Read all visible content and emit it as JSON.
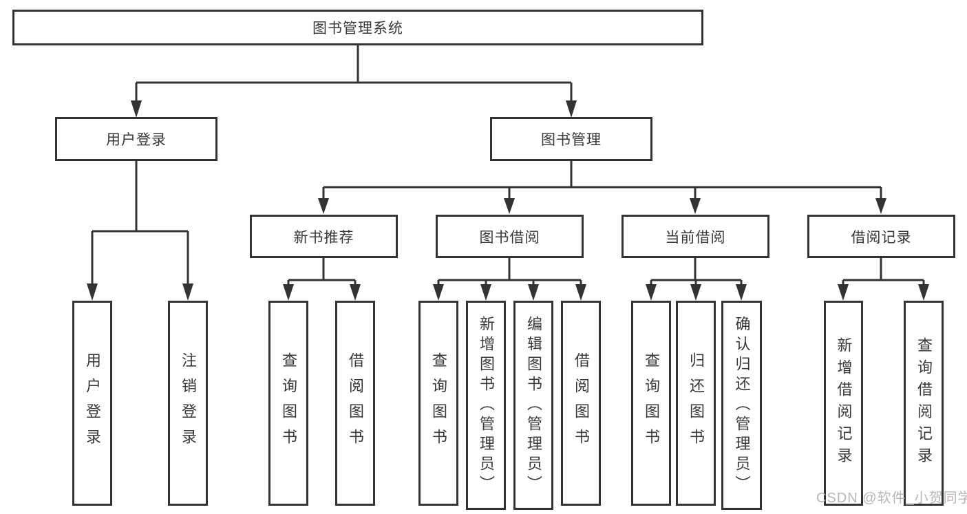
{
  "diagram": {
    "root": {
      "label": "图书管理系统"
    },
    "level2": [
      {
        "label": "用户登录"
      },
      {
        "label": "图书管理"
      }
    ],
    "level3": [
      {
        "label": "新书推荐"
      },
      {
        "label": "图书借阅"
      },
      {
        "label": "当前借阅"
      },
      {
        "label": "借阅记录"
      }
    ],
    "leaves": {
      "user_login": [
        {
          "label": "用户登录"
        },
        {
          "label": "注销登录"
        }
      ],
      "new_book_recommendation": [
        {
          "label": "查询图书"
        },
        {
          "label": "借阅图书"
        }
      ],
      "book_borrowing": [
        {
          "label": "查询图书"
        },
        {
          "label": "新增图书（管理员）"
        },
        {
          "label": "编辑图书（管理员）"
        },
        {
          "label": "借阅图书"
        }
      ],
      "current_borrowing": [
        {
          "label": "查询图书"
        },
        {
          "label": "归还图书"
        },
        {
          "label": "确认归还（管理员）"
        }
      ],
      "borrowing_records": [
        {
          "label": "新增借阅记录"
        },
        {
          "label": "查询借阅记录"
        }
      ]
    }
  },
  "watermark": {
    "text": "CSDN @软件_小贺同学"
  },
  "colors": {
    "line": "#333333",
    "text": "#383838",
    "box_background": "#ffffff",
    "page_background": "#ffffff",
    "watermark": "#b7b2b4"
  }
}
